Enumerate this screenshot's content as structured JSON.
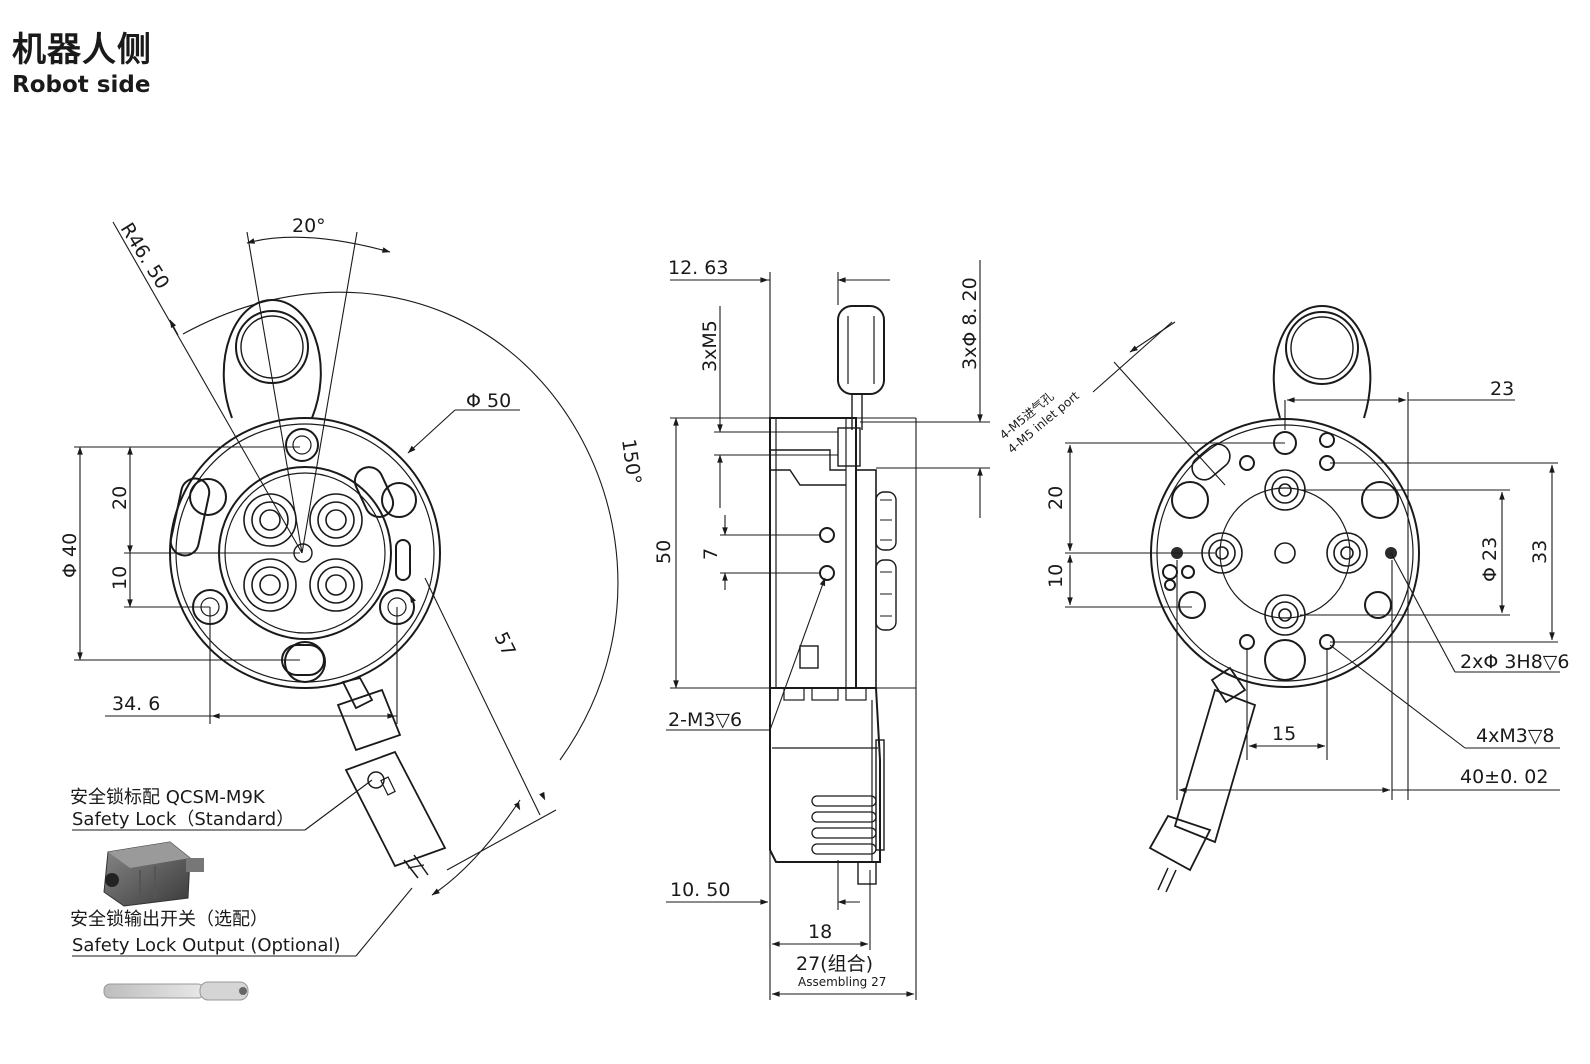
{
  "header": {
    "title_cn": "机器人侧",
    "title_en": "Robot side"
  },
  "front_view": {
    "dims": {
      "radius": "R46. 50",
      "angle_top": "20°",
      "diameter_50": "Φ 50",
      "angle_150": "150°",
      "d57": "57",
      "diameter_40": "Φ 40",
      "d20": "20",
      "d10": "10",
      "d34_6": "34. 6"
    },
    "safety_lock_std": {
      "cn": "安全锁标配  QCSM-M9K",
      "en": "Safety Lock（Standard）"
    },
    "safety_lock_opt": {
      "cn": "安全锁输出开关（选配）",
      "en": "Safety Lock Output (Optional)"
    }
  },
  "side_view": {
    "dims": {
      "d12_63": "12. 63",
      "m5": "3xM5",
      "d8_20": "3xΦ 8. 20",
      "d50": "50",
      "d7": "7",
      "m3_6": "2-M3▽6",
      "d10_50": "10. 50",
      "d18": "18",
      "d27": "27(组合)",
      "assembling": "Assembling 27"
    }
  },
  "back_view": {
    "dims": {
      "inlet_cn": "4-M5进气孔",
      "inlet_en": "4-M5 inlet port",
      "d23": "23",
      "d20": "20",
      "d10": "10",
      "diameter_23": "Φ 23",
      "d33": "33",
      "pin": "2xΦ 3H8▽6",
      "d15": "15",
      "m3_8": "4xM3▽8",
      "d40": "40±0. 02"
    }
  },
  "colors": {
    "line": "#1a1a1a",
    "fill_dark": "#2b2b2b"
  }
}
